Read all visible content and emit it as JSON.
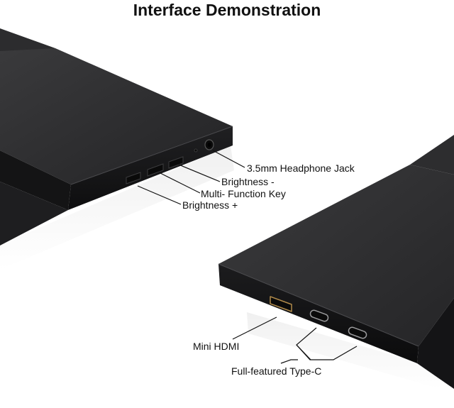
{
  "title": "Interface Demonstration",
  "labels": {
    "headphone_jack": "3.5mm Headphone Jack",
    "brightness_down": "Brightness -",
    "multi_function_key": "Multi- Function Key",
    "brightness_up": "Brightness +",
    "mini_hdmi": "Mini HDMI",
    "type_c": "Full-featured Type-C"
  },
  "colors": {
    "device_top": "#2a2a2c",
    "device_side": "#1a1a1b",
    "port_accent": "#b08a4a"
  }
}
